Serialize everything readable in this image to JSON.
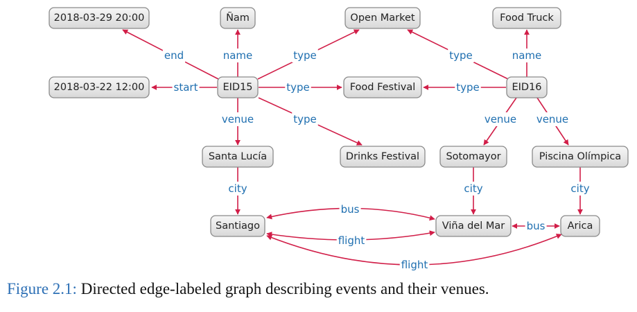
{
  "nodes": [
    {
      "id": "dt_end",
      "label": "2018-03-29 20:00"
    },
    {
      "id": "nam",
      "label": "Ñam"
    },
    {
      "id": "openmkt",
      "label": "Open Market"
    },
    {
      "id": "truck",
      "label": "Food Truck"
    },
    {
      "id": "dt_start",
      "label": "2018-03-22 12:00"
    },
    {
      "id": "eid15",
      "label": "EID15"
    },
    {
      "id": "foodfest",
      "label": "Food Festival"
    },
    {
      "id": "eid16",
      "label": "EID16"
    },
    {
      "id": "lucia",
      "label": "Santa Lucía"
    },
    {
      "id": "drinks",
      "label": "Drinks Festival"
    },
    {
      "id": "soto",
      "label": "Sotomayor"
    },
    {
      "id": "piscina",
      "label": "Piscina Olímpica"
    },
    {
      "id": "santiago",
      "label": "Santiago"
    },
    {
      "id": "vina",
      "label": "Viña del Mar"
    },
    {
      "id": "arica",
      "label": "Arica"
    }
  ],
  "edges": [
    {
      "from": "eid15",
      "to": "dt_end",
      "label": "end"
    },
    {
      "from": "eid15",
      "to": "nam",
      "label": "name"
    },
    {
      "from": "eid15",
      "to": "openmkt",
      "label": "type"
    },
    {
      "from": "eid15",
      "to": "dt_start",
      "label": "start"
    },
    {
      "from": "eid15",
      "to": "foodfest",
      "label": "type"
    },
    {
      "from": "eid15",
      "to": "lucia",
      "label": "venue"
    },
    {
      "from": "eid15",
      "to": "drinks",
      "label": "type"
    },
    {
      "from": "eid16",
      "to": "openmkt",
      "label": "type"
    },
    {
      "from": "eid16",
      "to": "truck",
      "label": "name"
    },
    {
      "from": "eid16",
      "to": "foodfest",
      "label": "type"
    },
    {
      "from": "eid16",
      "to": "soto",
      "label": "venue"
    },
    {
      "from": "eid16",
      "to": "piscina",
      "label": "venue"
    },
    {
      "from": "lucia",
      "to": "santiago",
      "label": "city"
    },
    {
      "from": "soto",
      "to": "vina",
      "label": "city"
    },
    {
      "from": "piscina",
      "to": "arica",
      "label": "city"
    },
    {
      "from": "santiago",
      "to": "vina",
      "label": "bus",
      "bidirectional": true
    },
    {
      "from": "santiago",
      "to": "vina",
      "label": "flight",
      "bidirectional": true
    },
    {
      "from": "vina",
      "to": "arica",
      "label": "bus",
      "bidirectional": true
    },
    {
      "from": "santiago",
      "to": "arica",
      "label": "flight",
      "bidirectional": true
    }
  ],
  "caption": {
    "label": "Figure 2.1:",
    "text": "Directed edge-labeled graph describing events and their venues."
  },
  "colors": {
    "edge": "#d11e48",
    "edge_label": "#1f6fb0",
    "caption_label": "#2c6fb5"
  }
}
